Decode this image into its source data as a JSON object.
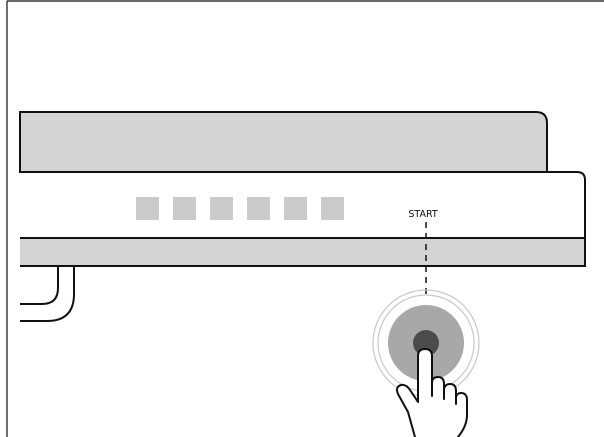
{
  "panel": {
    "start_label": "START",
    "indicator_count": 6
  },
  "icons": {
    "hand": "hand-pointer-icon",
    "button": "start-button"
  },
  "colors": {
    "panel_gray": "#d4d4d4",
    "indicator_gray": "#cbcbcb",
    "button_outer": "#a8a8a8",
    "button_inner": "#4b4b4b",
    "outline": "#111111"
  }
}
